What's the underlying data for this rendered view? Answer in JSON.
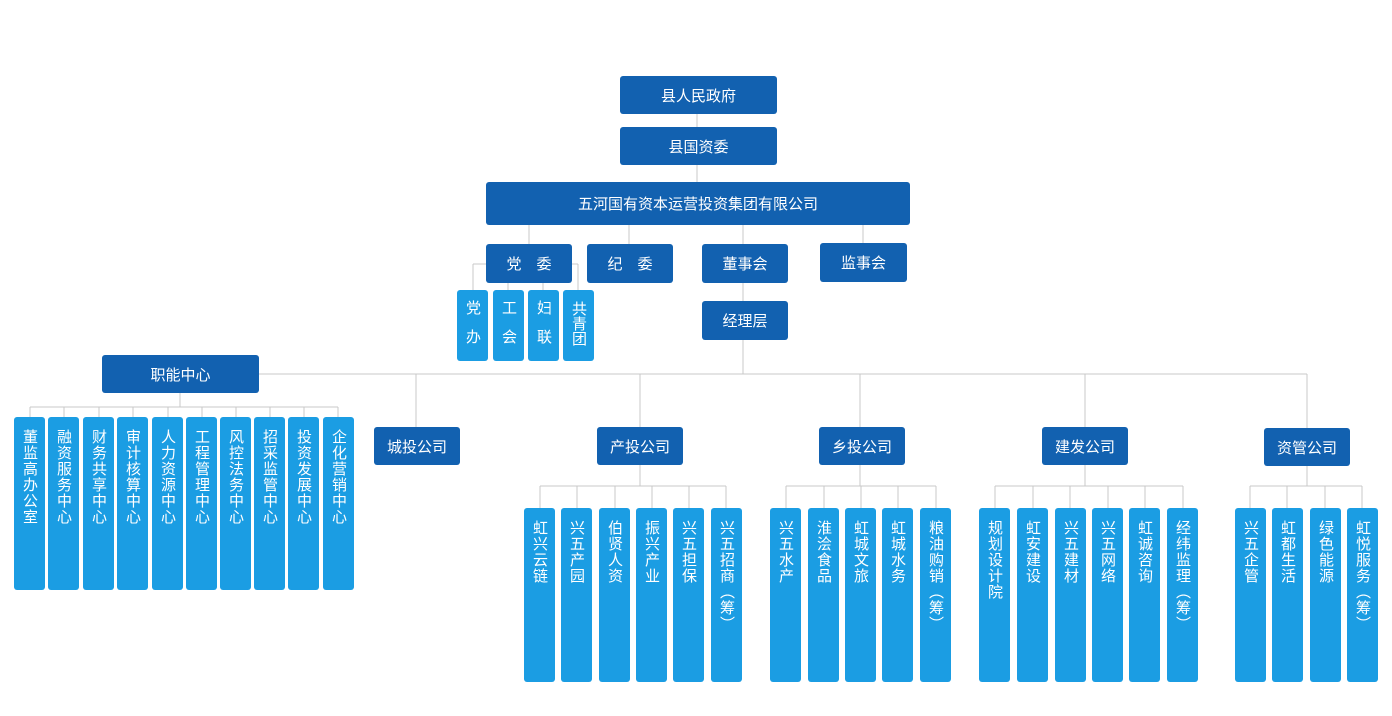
{
  "colors": {
    "dark_node": "#1261b0",
    "light_node": "#1b9de3",
    "connector": "#c9c9c9"
  },
  "top": {
    "government": "县人民政府",
    "sasac": "县国资委",
    "group": "五河国有资本运营投资集团有限公司"
  },
  "governance": {
    "party_committee": "党　委",
    "discipline_committee": "纪　委",
    "board": "董事会",
    "supervisory_board": "监事会",
    "management": "经理层"
  },
  "party_units": [
    "党办",
    "工会",
    "妇联",
    "共青团"
  ],
  "functional": {
    "title": "职能中心",
    "items": [
      "董监高办公室",
      "融资服务中心",
      "财务共享中心",
      "审计核算中心",
      "人力资源中心",
      "工程管理中心",
      "风控法务中心",
      "招采监管中心",
      "投资发展中心",
      "企化营销中心"
    ]
  },
  "companies": {
    "chengtou": {
      "title": "城投公司"
    },
    "chantou": {
      "title": "产投公司",
      "subs": [
        "虹兴云链",
        "兴五产园",
        "伯贤人资",
        "振兴产业",
        "兴五担保",
        "兴五招商︵筹︶"
      ]
    },
    "xiangtou": {
      "title": "乡投公司",
      "subs": [
        "兴五水产",
        "淮浍食品",
        "虹城文旅",
        "虹城水务",
        "粮油购销︵筹︶"
      ]
    },
    "jianfa": {
      "title": "建发公司",
      "subs": [
        "规划设计院",
        "虹安建设",
        "兴五建材",
        "兴五网络",
        "虹诚咨询",
        "经纬监理︵筹︶"
      ]
    },
    "ziguan": {
      "title": "资管公司",
      "subs": [
        "兴五企管",
        "虹都生活",
        "绿色能源",
        "虹悦服务︵筹︶"
      ]
    }
  }
}
